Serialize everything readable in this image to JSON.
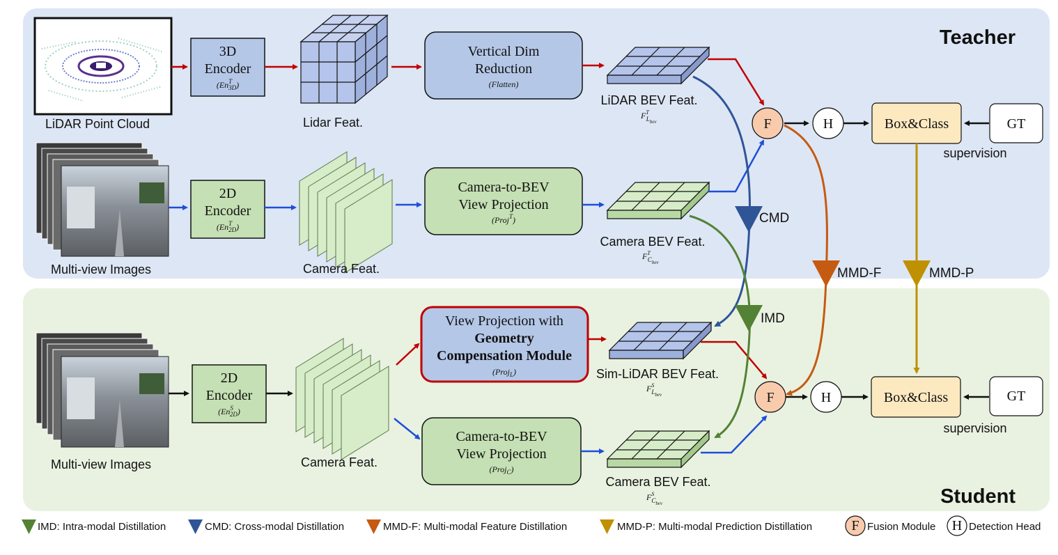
{
  "colors": {
    "teacher_bg": "#dde6f4",
    "student_bg": "#e9f2e1",
    "blue_box": "#b4c7e7",
    "green_box": "#c5e0b4",
    "yellow_box": "#fde9c0",
    "fusion": "#f8cbad",
    "red_arrow": "#c00000",
    "blue_arrow": "#1f4ed8",
    "black_arrow": "#111111",
    "imd": "#548235",
    "cmd": "#2f5597",
    "mmd_f": "#c55a11",
    "mmd_p": "#bf9000"
  },
  "panels": {
    "teacher": "Teacher",
    "student": "Student"
  },
  "teacher": {
    "lidar_input": "LiDAR Point Cloud",
    "images_input": "Multi-view Images",
    "encoder3d_line1": "3D",
    "encoder3d_line2": "Encoder",
    "encoder3d_sym": "(En",
    "encoder3d_sub": "3D",
    "encoder3d_sup": "T",
    "encoder2d_line1": "2D",
    "encoder2d_line2": "Encoder",
    "encoder2d_sym": "(En",
    "encoder2d_sub": "2D",
    "encoder2d_sup": "T",
    "lidar_feat": "Lidar Feat.",
    "camera_feat": "Camera Feat.",
    "vdr_line1": "Vertical Dim",
    "vdr_line2": "Reduction",
    "vdr_sub": "(Flatten)",
    "c2b_line1": "Camera-to-BEV",
    "c2b_line2": "View Projection",
    "c2b_sub": "(Proj",
    "c2b_sup": "T",
    "lidar_bev": "LiDAR BEV Feat.",
    "lidar_bev_sym": "F",
    "lidar_bev_sub": "L",
    "lidar_bev_subsub": "bev",
    "lidar_bev_sup": "T",
    "camera_bev": "Camera BEV Feat.",
    "camera_bev_sym": "F",
    "camera_bev_sub": "C",
    "camera_bev_subsub": "bev",
    "camera_bev_sup": "T",
    "fusion": "F",
    "head": "H",
    "box_class": "Box&Class",
    "gt": "GT",
    "supervision": "supervision"
  },
  "student": {
    "images_input": "Multi-view Images",
    "encoder2d_line1": "2D",
    "encoder2d_line2": "Encoder",
    "encoder2d_sym": "(En",
    "encoder2d_sub": "2D",
    "encoder2d_sup": "S",
    "camera_feat": "Camera Feat.",
    "gcm_line1": "View Projection with",
    "gcm_line2": "Geometry",
    "gcm_line3": "Compensation Module",
    "gcm_sub": "(Proj",
    "gcm_subsub": "L",
    "c2b_line1": "Camera-to-BEV",
    "c2b_line2": "View Projection",
    "c2b_sub": "(Proj",
    "c2b_subsub": "C",
    "sim_lidar_bev": "Sim-LiDAR BEV Feat.",
    "sim_lidar_bev_sym": "F",
    "sim_lidar_bev_sub": "L",
    "sim_lidar_bev_subsub": "bev",
    "sim_lidar_bev_sup": "S",
    "camera_bev": "Camera BEV Feat.",
    "camera_bev_sym": "F",
    "camera_bev_sub": "C",
    "camera_bev_subsub": "bev",
    "camera_bev_sup": "S",
    "fusion": "F",
    "head": "H",
    "box_class": "Box&Class",
    "gt": "GT",
    "supervision": "supervision"
  },
  "distillation": {
    "cmd": "CMD",
    "imd": "IMD",
    "mmd_f": "MMD-F",
    "mmd_p": "MMD-P"
  },
  "legend": {
    "imd": "IMD: Intra-modal Distillation",
    "cmd": "CMD: Cross-modal Distillation",
    "mmd_f": "MMD-F: Multi-modal Feature Distillation",
    "mmd_p": "MMD-P: Multi-modal Prediction Distillation",
    "fusion_sym": "F",
    "fusion": "Fusion Module",
    "head_sym": "H",
    "head": "Detection Head"
  }
}
